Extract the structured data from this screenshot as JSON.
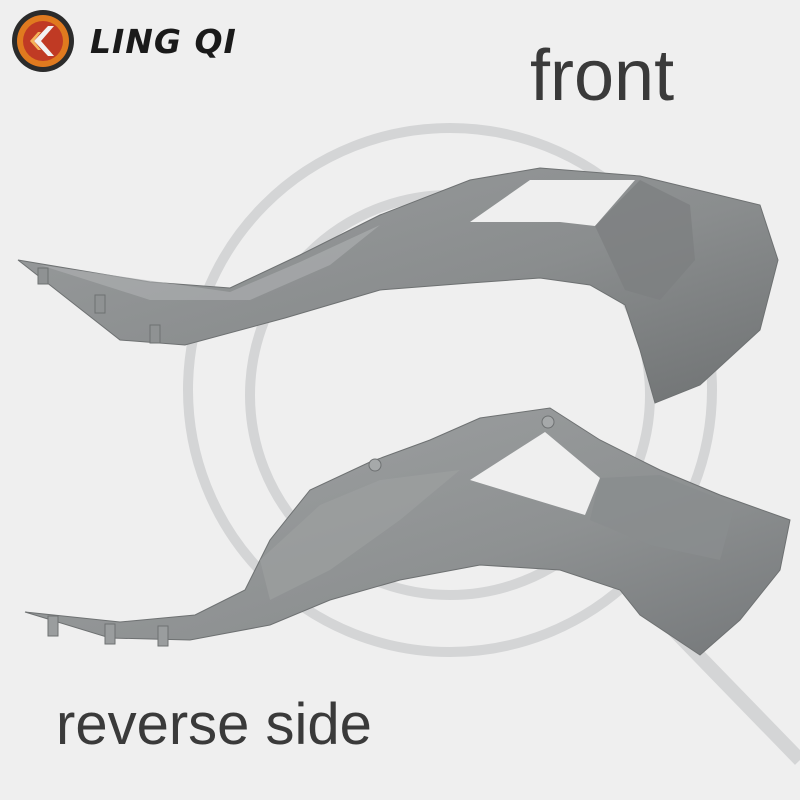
{
  "brand": {
    "name": "LING QI",
    "logo_icon": "chevron-circle-logo-icon",
    "colors": {
      "outer_ring": "#e07a1f",
      "inner": "#c03a24",
      "text": "#1a1a1a"
    }
  },
  "labels": {
    "front": "front",
    "reverse": "reverse side"
  },
  "product": {
    "part": "side fairing panel",
    "color": "#8a8d8e",
    "views": [
      "front",
      "reverse side"
    ]
  },
  "background": {
    "color": "#efefef",
    "ring_color": "#d4d5d6"
  }
}
